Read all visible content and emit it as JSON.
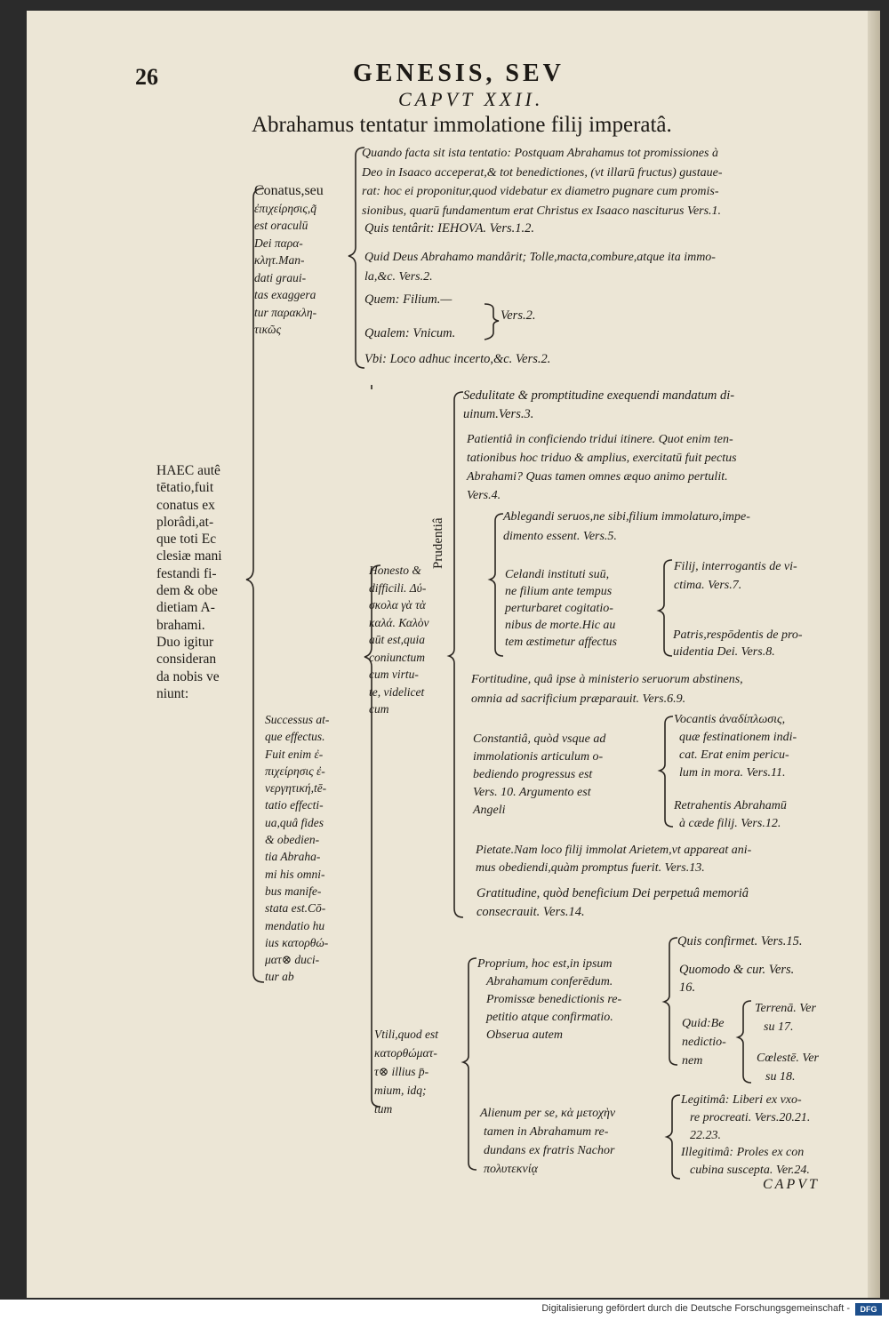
{
  "header": {
    "page_number": "26",
    "running_title": "GENESIS, SEV",
    "chapter": "CAPVT XXII.",
    "title": "Abrahamus tentatur immolatione filij imperatâ."
  },
  "root": {
    "lines": [
      "HAEC autê",
      "tētatio,fuit",
      "conatus ex",
      "plorâdi,at-",
      "que toti Ec",
      "clesiæ mani",
      "festandi fi-",
      "dem & obe",
      "dietiam A-",
      "brahami.",
      "Duo igitur",
      "consideran",
      "da nobis ve",
      "niunt:"
    ]
  },
  "conatus": {
    "lines": [
      "Conatus,seu",
      "ἐπιχείρησις,q̃",
      "est oraculū",
      "Dei παρα-",
      "κλητ.Man-",
      "dati graui-",
      "tas exaggera",
      "tur παρακλη-",
      "τικῶς"
    ]
  },
  "quando": {
    "lines": [
      "Quando facta sit ista tentatio: Postquam Abrahamus tot promissiones à",
      "Deo in Isaaco acceperat,& tot benedictiones, (vt illarū fructus) gustaue-",
      "rat: hoc ei proponitur,quod videbatur ex diametro pugnare cum promis-",
      "sionibus, quarū fundamentum erat Christus ex Isaaco nasciturus Vers.1."
    ]
  },
  "quis": {
    "text": "Quis tentârit: IEHOVA. Vers.1.2."
  },
  "quid": {
    "lines": [
      "Quid Deus Abrahamo mandârit; Tolle,macta,combure,atque ita immo-",
      "la,&c. Vers.2."
    ]
  },
  "quem": {
    "text": "Quem: Filium.—"
  },
  "qualem": {
    "text": "Qualem: Vnicum."
  },
  "quem_ref": {
    "text": "Vers.2."
  },
  "vbi": {
    "text": "Vbi: Loco adhuc incerto,&c. Vers.2."
  },
  "successus": {
    "lines": [
      "Successus at-",
      "que effectus.",
      "Fuit enim ἐ-",
      "πιχείρησις ἐ-",
      "νεργητική,tē-",
      "tatio effecti-",
      "ua,quâ fides",
      "& obedien-",
      "tia Abraha-",
      "mi his omni-",
      "bus manife-",
      "stata est.Cō-",
      "mendatio hu",
      "ius κατορθώ-",
      "ματ⊗ duci-",
      "tur ab"
    ]
  },
  "sedulitate": {
    "lines": [
      "Sedulitate & promptitudine exequendi mandatum di-",
      "uinum.Vers.3."
    ]
  },
  "patientia": {
    "lines": [
      "Patientiâ in conficiendo tridui itinere. Quot enim ten-",
      "tationibus hoc triduo & amplius, exercitatū fuit pectus",
      "Abrahami? Quas tamen omnes æquo animo pertulit.",
      "Vers.4."
    ]
  },
  "honesto": {
    "lines": [
      "Honesto &",
      "difficili. Δύ-",
      "σκολα γὰ τὰ",
      "καλά. Καλὸν",
      "aūt est,quia",
      "coniunctum",
      "cum virtu-",
      "te, videlicet",
      "cum"
    ]
  },
  "prudentia": {
    "label": "Prudentiâ"
  },
  "ablegandi": {
    "lines": [
      "Ablegandi seruos,ne sibi,filium immolaturo,impe-",
      "dimento essent. Vers.5."
    ]
  },
  "celandi": {
    "lines": [
      "Celandi instituti suū,",
      "ne filium ante tempus",
      "perturbaret cogitatio-",
      "nibus de morte.Hic au",
      "tem æstimetur affectus"
    ]
  },
  "filij": {
    "lines": [
      "Filij, interrogantis de vi-",
      "ctima. Vers.7."
    ]
  },
  "patris": {
    "lines": [
      "Patris,respōdentis de pro-",
      "uidentia Dei. Vers.8."
    ]
  },
  "fortitudine": {
    "lines": [
      "Fortitudine, quâ ipse à ministerio seruorum abstinens,",
      "omnia ad sacrificium præparauit. Vers.6.9."
    ]
  },
  "constantia": {
    "lines": [
      "Constantiâ, quòd vsque ad",
      "immolationis articulum o-",
      "bediendo progressus est",
      "Vers. 10. Argumento est",
      "Angeli"
    ]
  },
  "vocantis": {
    "lines": [
      "Vocantis ἀναδίπλωσις,",
      "quæ festinationem indi-",
      "cat. Erat enim pericu-",
      "lum in mora. Vers.11."
    ]
  },
  "retrahentis": {
    "lines": [
      "Retrahentis Abrahamū",
      "à cæde filij. Vers.12."
    ]
  },
  "pietate": {
    "lines": [
      "Pietate.Nam loco filij immolat Arietem,vt appareat ani-",
      "mus obediendi,quàm promptus fuerit. Vers.13."
    ]
  },
  "gratitudine": {
    "lines": [
      "Gratitudine, quòd beneficium Dei perpetuâ memoriâ",
      "consecrauit. Vers.14."
    ]
  },
  "vtili": {
    "lines": [
      "Vtili,quod est",
      "κατορθώματ-",
      "τ⊗ illius p̄-",
      "mium, idq;",
      "tum"
    ]
  },
  "proprium": {
    "lines": [
      "Proprium, hoc est,in ipsum",
      "Abrahamum conferēdum.",
      "Promissæ benedictionis re-",
      "petitio atque confirmatio.",
      "Obserua autem"
    ]
  },
  "quis_confirmet": {
    "text": "Quis confirmet. Vers.15."
  },
  "quomodo": {
    "lines": [
      "Quomodo & cur. Vers.",
      "16."
    ]
  },
  "quid_be": {
    "lines": [
      "Quid:Be",
      "nedictio-",
      "nem"
    ]
  },
  "terrena": {
    "lines": [
      "Terrenā. Ver",
      "su 17."
    ]
  },
  "caeleste": {
    "lines": [
      "Cœlestē. Ver",
      "su 18."
    ]
  },
  "alienum": {
    "lines": [
      "Alienum per se, κὰ μετοχὴν",
      "tamen in Abrahamum re-",
      "dundans ex fratris Nachor",
      "πολυτεκνίᾳ"
    ]
  },
  "legitima": {
    "lines": [
      "Legitimâ: Liberi ex vxo-",
      "re procreati. Vers.20.21.",
      "22.23."
    ]
  },
  "illegitima": {
    "lines": [
      "Illegitimâ: Proles ex con",
      "cubina suscepta. Ver.24."
    ]
  },
  "catchword": {
    "text": "CAPVT"
  },
  "footer": {
    "text": "Digitalisierung gefördert durch die Deutsche Forschungsgemeinschaft -",
    "logo": "DFG"
  }
}
